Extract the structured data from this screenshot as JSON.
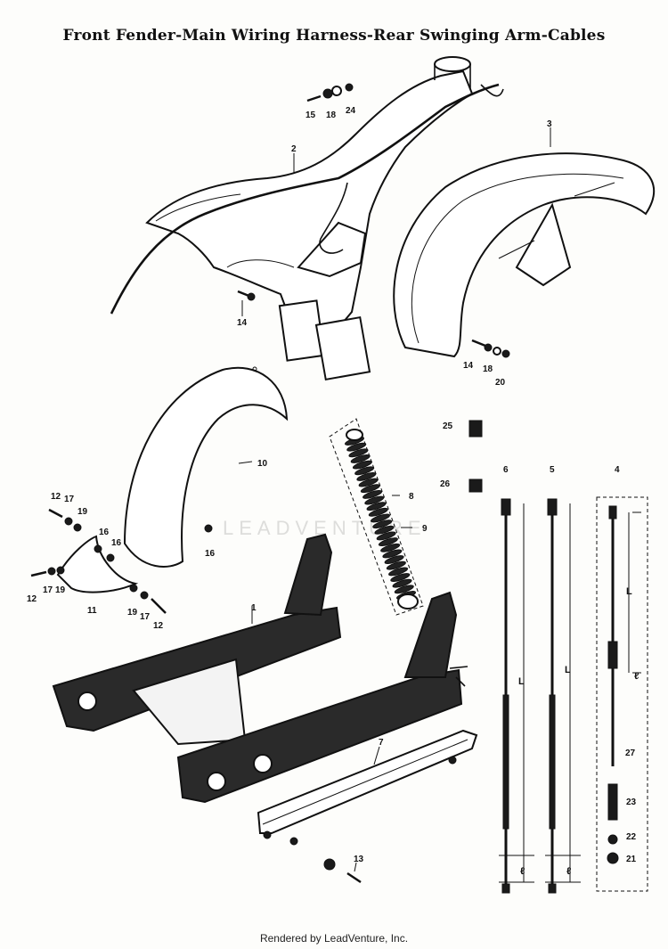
{
  "title": "Front Fender-Main Wiring Harness-Rear Swinging Arm-Cables",
  "footer": "Rendered by LeadVenture, Inc.",
  "watermark": "LEADVENTURE",
  "callouts": {
    "c1": "1",
    "c2": "2",
    "c3": "3",
    "c4": "4",
    "c5": "5",
    "c6": "6",
    "c7": "7",
    "c8": "8",
    "c9": "9",
    "c10": "10",
    "c11": "11",
    "c12a": "12",
    "c12b": "12",
    "c12c": "12",
    "c13": "13",
    "c14a": "14",
    "c14b": "14",
    "c15": "15",
    "c16a": "16",
    "c16b": "16",
    "c16c": "16",
    "c17a": "17",
    "c17b": "17",
    "c17c": "17",
    "c18a": "18",
    "c18b": "18",
    "c19a": "19",
    "c19b": "19",
    "c19c": "19",
    "c20": "20",
    "c21": "21",
    "c22": "22",
    "c23": "23",
    "c24": "24",
    "c25": "25",
    "c26": "26",
    "c27": "27"
  },
  "dimensions": {
    "L1": "L",
    "L2": "L",
    "L3": "L",
    "l1": "ℓ",
    "l2": "ℓ",
    "l3": "ℓ"
  }
}
